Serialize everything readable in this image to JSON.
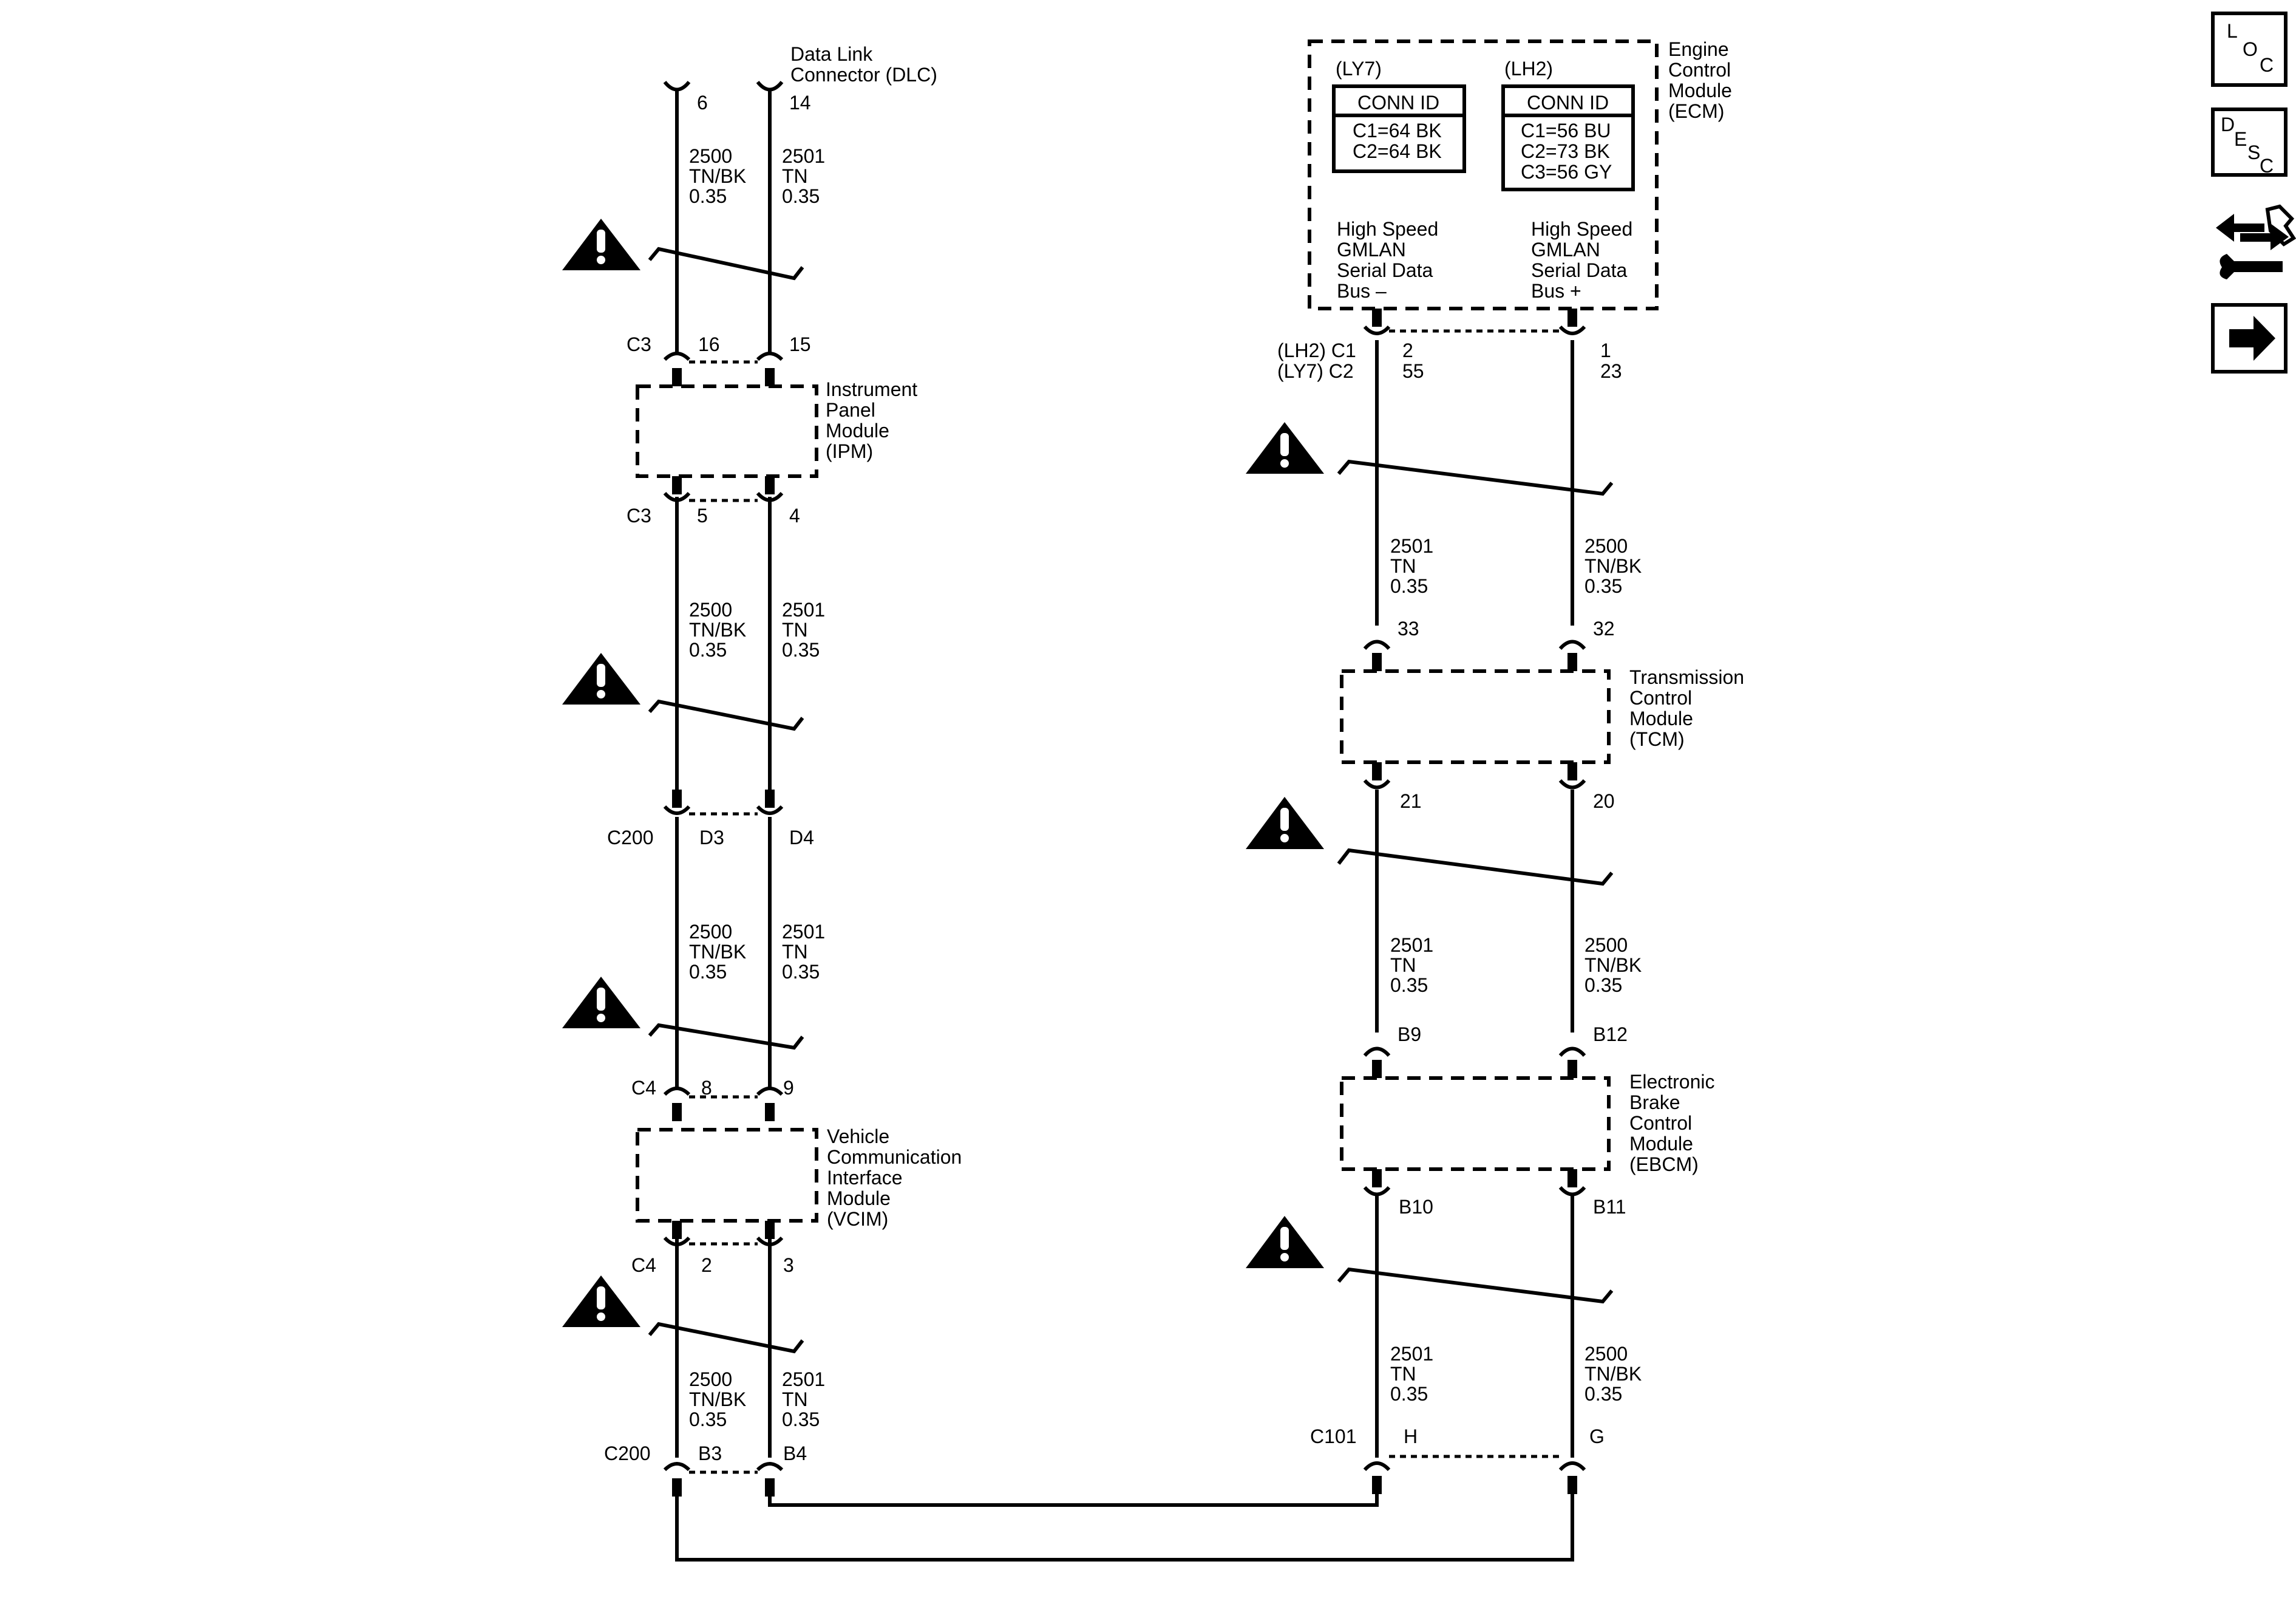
{
  "wire": {
    "tnbk": {
      "id": "2500",
      "color": "TN/BK",
      "size": "0.35"
    },
    "tn": {
      "id": "2501",
      "color": "TN",
      "size": "0.35"
    }
  },
  "dlc": {
    "name": [
      "Data Link",
      "Connector (DLC)"
    ],
    "pin_left": "6",
    "pin_right": "14"
  },
  "ipm": {
    "name": [
      "Instrument",
      "Panel",
      "Module",
      "(IPM)"
    ],
    "conn_top": "C3",
    "pin_top_left": "16",
    "pin_top_right": "15",
    "conn_bottom": "C3",
    "pin_bottom_left": "5",
    "pin_bottom_right": "4"
  },
  "c200_top": {
    "conn": "C200",
    "pin_left": "D3",
    "pin_right": "D4"
  },
  "vcim": {
    "name": [
      "Vehicle",
      "Communication",
      "Interface",
      "Module",
      "(VCIM)"
    ],
    "conn_top": "C4",
    "pin_top_left": "8",
    "pin_top_right": "9",
    "conn_bottom": "C4",
    "pin_bottom_left": "2",
    "pin_bottom_right": "3"
  },
  "c200_bottom": {
    "conn": "C200",
    "pin_left": "B3",
    "pin_right": "B4"
  },
  "ecm": {
    "name": [
      "Engine",
      "Control",
      "Module",
      "(ECM)"
    ],
    "ly7": {
      "label": "(LY7)",
      "header": "CONN ID",
      "lines": [
        "C1=64 BK",
        "C2=64 BK"
      ]
    },
    "lh2": {
      "label": "(LH2)",
      "header": "CONN ID",
      "lines": [
        "C1=56 BU",
        "C2=73 BK",
        "C3=56 GY"
      ]
    },
    "bus_minus": [
      "High Speed",
      "GMLAN",
      "Serial Data",
      "Bus –"
    ],
    "bus_plus": [
      "High Speed",
      "GMLAN",
      "Serial Data",
      "Bus +"
    ],
    "conn_lh2": "(LH2) C1",
    "conn_ly7": "(LY7) C2",
    "pin_minus_lh2": "2",
    "pin_minus_ly7": "55",
    "pin_plus_lh2": "1",
    "pin_plus_ly7": "23"
  },
  "tcm": {
    "name": [
      "Transmission",
      "Control",
      "Module",
      "(TCM)"
    ],
    "pin_top_left": "33",
    "pin_top_right": "32",
    "pin_bottom_left": "21",
    "pin_bottom_right": "20"
  },
  "ebcm": {
    "name": [
      "Electronic",
      "Brake",
      "Control",
      "Module",
      "(EBCM)"
    ],
    "pin_top_left": "B9",
    "pin_top_right": "B12",
    "pin_bottom_left": "B10",
    "pin_bottom_right": "B11"
  },
  "c101": {
    "conn": "C101",
    "pin_left": "H",
    "pin_right": "G"
  },
  "nav": {
    "loc": [
      "L",
      "O",
      "C"
    ],
    "desc": [
      "D",
      "E",
      "S",
      "C"
    ]
  }
}
